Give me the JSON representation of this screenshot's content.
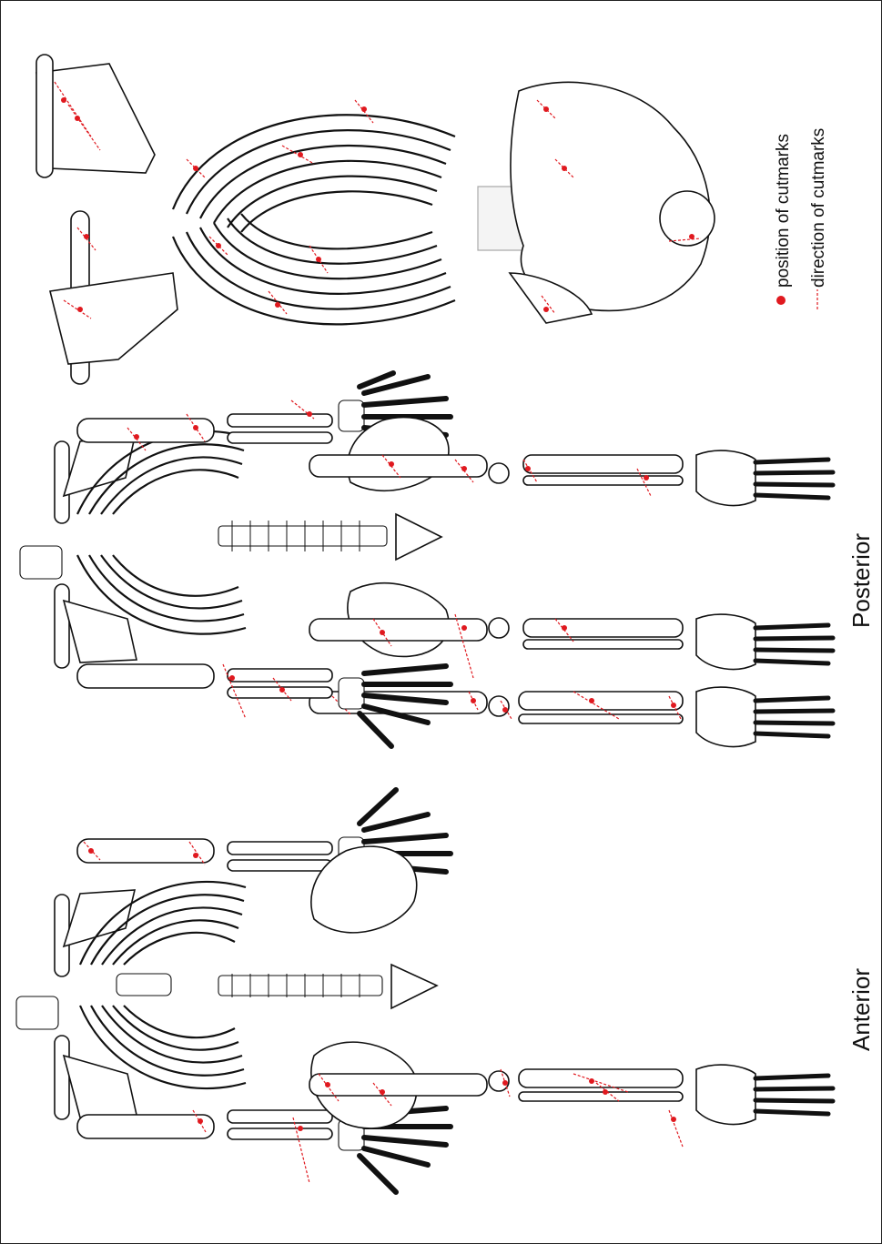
{
  "views": {
    "anterior": "Anterior",
    "posterior": "Posterior"
  },
  "legend": {
    "position": "position of cutmarks",
    "direction": "direction of cutmarks"
  },
  "colors": {
    "cutmark": "#e0191f",
    "outline": "#111111"
  }
}
